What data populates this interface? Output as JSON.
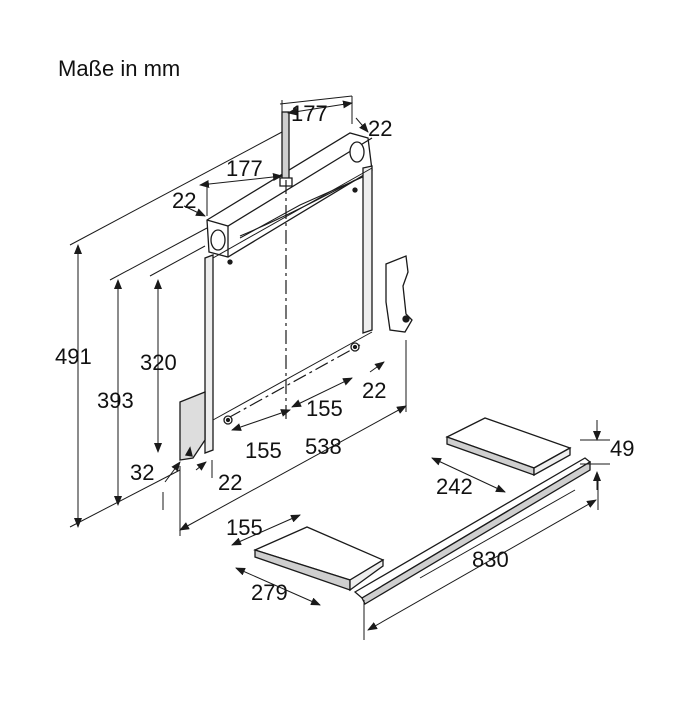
{
  "title": "Maße in mm",
  "dimensions": {
    "d177_top": "177",
    "d22_top": "22",
    "d177_mid": "177",
    "d22_left": "22",
    "d491": "491",
    "d393": "393",
    "d320": "320",
    "d32": "32",
    "d22_bottom": "22",
    "d155_left": "155",
    "d538": "538",
    "d155_right": "155",
    "d22_right": "22",
    "d49": "49",
    "d242": "242",
    "d155_part": "155",
    "d279": "279",
    "d830": "830"
  },
  "colors": {
    "line": "#1a1a1a",
    "shade": "#cfcfcf",
    "light": "#eeeeee"
  }
}
